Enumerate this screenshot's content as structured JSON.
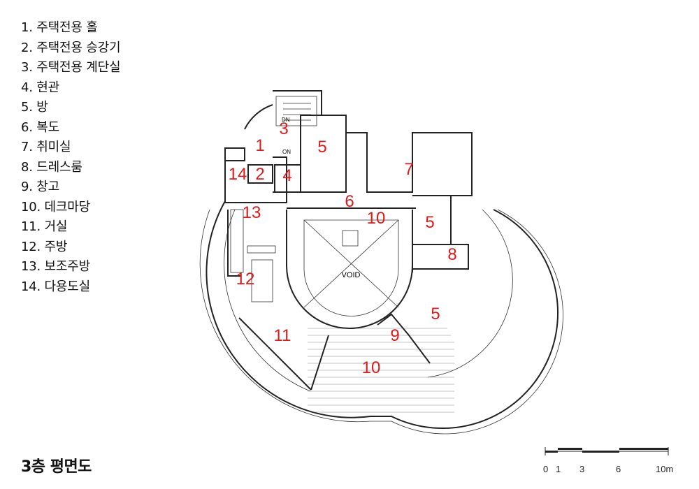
{
  "legend": [
    "1. 주택전용 홀",
    "2. 주택전용 승강기",
    "3. 주택전용 계단실",
    "4. 현관",
    "5. 방",
    "6. 복도",
    "7. 취미실",
    "8. 드레스룸",
    "9. 창고",
    "10. 데크마당",
    "11. 거실",
    "12. 주방",
    "13. 보조주방",
    "14. 다용도실"
  ],
  "floor_title": "3층 평면도",
  "void_label": "VOID",
  "dn_label": "DN",
  "on_label": "ON",
  "room_numbers": {
    "r1": "1",
    "r2": "2",
    "r3": "3",
    "r4": "4",
    "r5a": "5",
    "r5b": "5",
    "r5c": "5",
    "r6": "6",
    "r7": "7",
    "r8": "8",
    "r9": "9",
    "r10a": "10",
    "r10b": "10",
    "r11": "11",
    "r12": "12",
    "r13": "13",
    "r14": "14"
  },
  "scale": {
    "labels": [
      "0",
      "1",
      "3",
      "6",
      "10m"
    ]
  },
  "colors": {
    "room_number": "#e01a1a",
    "wall": "#222222"
  }
}
